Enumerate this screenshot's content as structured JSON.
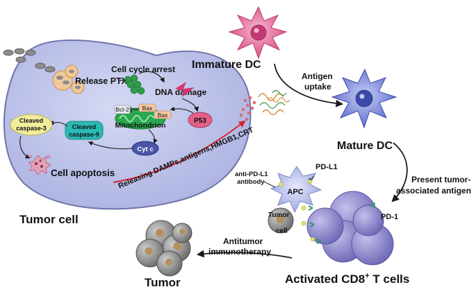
{
  "labels": {
    "release_ptx": "Release PTX",
    "cell_cycle_arrest": "Cell cycle arrest",
    "dna_damage": "DNA damage",
    "bcl2": "Bcl-2",
    "bax_1": "Bax",
    "bax_2": "Bax",
    "mitochondrion": "Mitochondrion",
    "p53": "P53",
    "cyt_c": "Cyt c",
    "cleaved_caspase3_line1": "Cleaved",
    "cleaved_caspase3_line2": "caspase-3",
    "cleaved_caspase9_line1": "Cleaved",
    "cleaved_caspase9_line2": "caspase-9",
    "cell_apoptosis": "Cell apoptosis",
    "tumor_cell": "Tumor cell",
    "releasing_damps": "Releasing DAMPs,antigens,HMGB1,CRT",
    "immature_dc": "Immature DC",
    "antigen_uptake_line1": "Antigen",
    "antigen_uptake_line2": "uptake",
    "mature_dc": "Mature DC",
    "present_antigen_line1": "Present tumor-",
    "present_antigen_line2": "associated antigen",
    "anti_pdl1_line1": "anti-PD-L1",
    "anti_pdl1_line2": "antibody",
    "pd_l1": "PD-L1",
    "apc": "APC",
    "tumor_cell_small_line1": "Tumor",
    "tumor_cell_small_line2": "cell",
    "pd_1": "PD-1",
    "antitumor_line1": "Antitumor",
    "antitumor_line2": "immunotherapy",
    "tumor": "Tumor",
    "activated_cd8_prefix": "Activated CD8",
    "activated_cd8_sup": "+",
    "activated_cd8_suffix": " T cells"
  },
  "colors": {
    "tumor_cell_fill": "#b7bde6",
    "tumor_cell_stroke": "#6f74a8",
    "dc_immature": "#e0568f",
    "dc_mature": "#6f7fd6",
    "t_cell": "#8a86c9",
    "red_arrow": "#d8232a",
    "black_arrow": "#1a1a1a",
    "caspase3_fill": "#f2ec9c",
    "caspase9_fill": "#2bb9b4",
    "p53_fill": "#e2608a",
    "cytc_fill": "#4a56a8",
    "mito_fill": "#2aa84f",
    "tumor_gray": "#8e8e8e"
  }
}
